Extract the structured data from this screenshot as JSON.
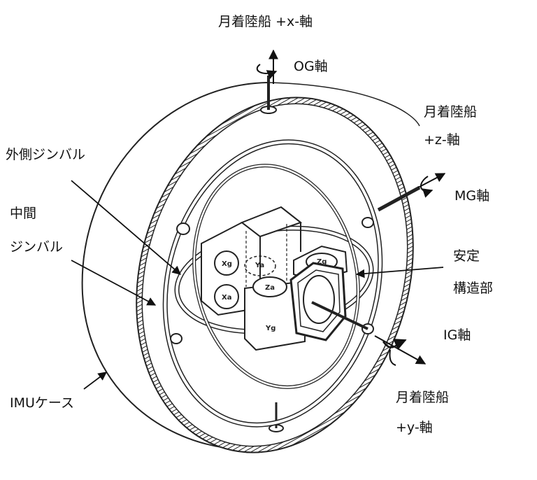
{
  "labels": {
    "x_axis_name": "月着陸船 +x-軸",
    "og_axis": "OG軸",
    "z_axis_line1": "月着陸船",
    "z_axis_line2": "+z-軸",
    "mg_axis": "MG軸",
    "outer_gimbal": "外側ジンバル",
    "middle_gimbal_line1": "中間",
    "middle_gimbal_line2": "ジンバル",
    "stable_line1": "安定",
    "stable_line2": "構造部",
    "ig_axis": "IG軸",
    "y_axis_line1": "月着陸船",
    "y_axis_line2": "+y-軸",
    "imu_case": "IMUケース"
  },
  "sensor_labels": {
    "xg": "Xg",
    "xa": "Xa",
    "ya": "Ya",
    "za": "Za",
    "zg": "Zg",
    "yg": "Yg"
  }
}
